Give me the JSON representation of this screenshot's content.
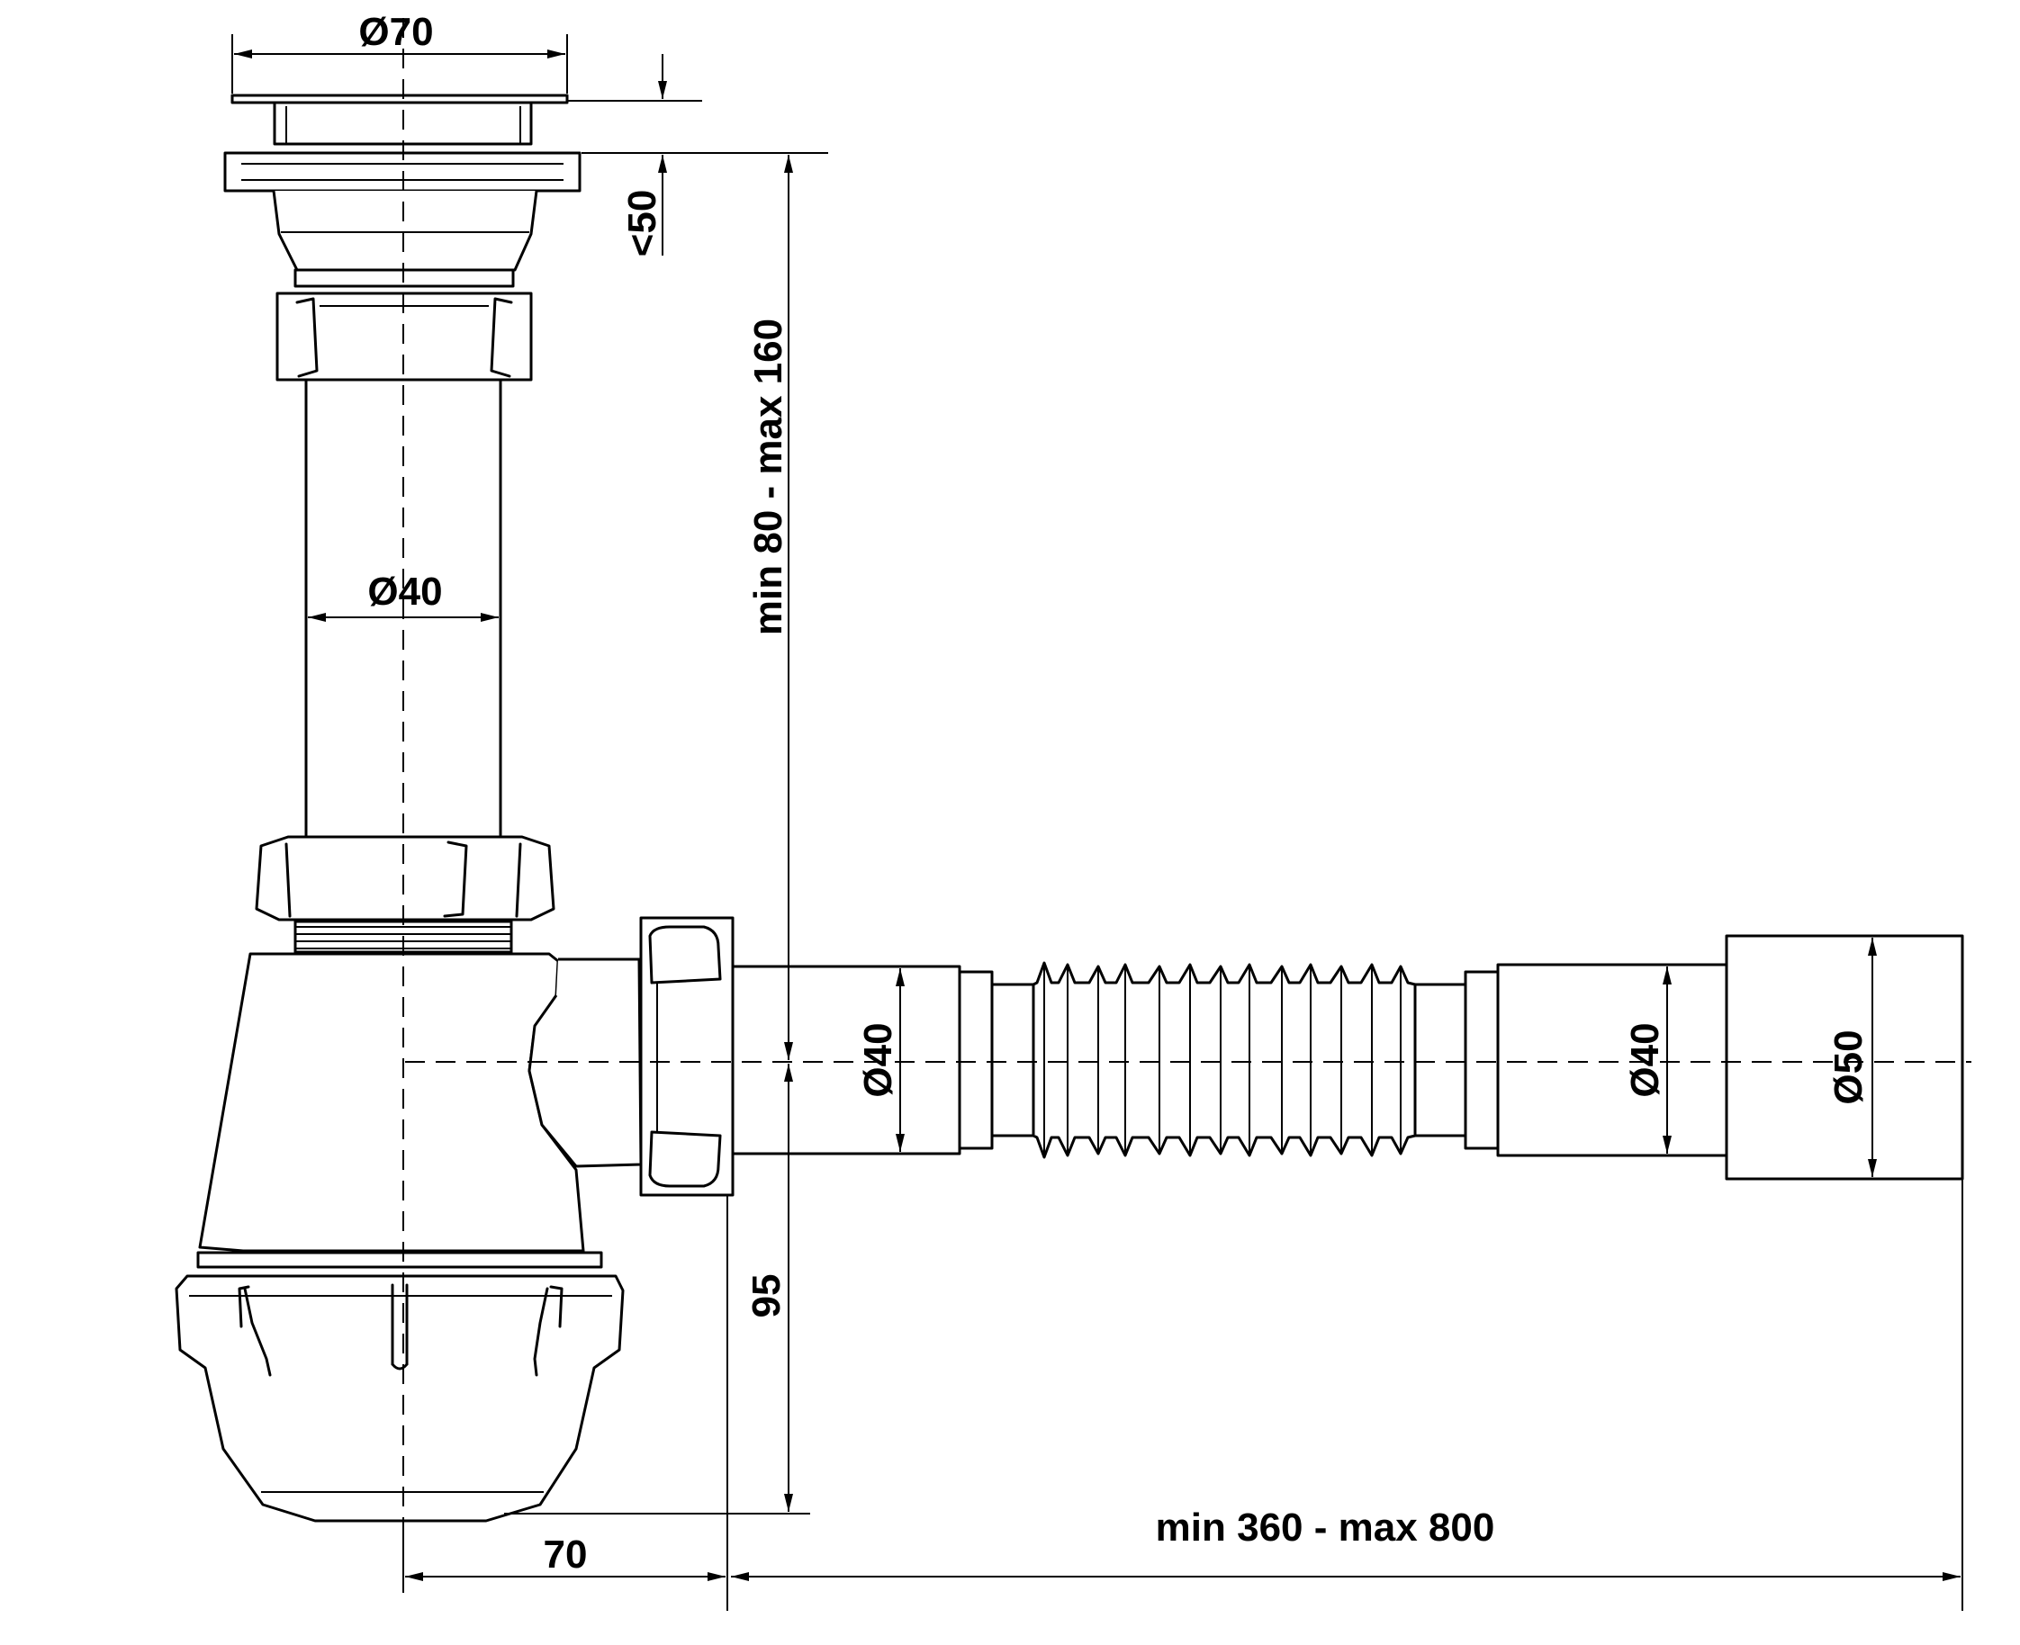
{
  "title": "",
  "dimensions": {
    "top_diameter": "Ø70",
    "flange_height": "<50",
    "pipe_diameter": "Ø40",
    "vertical_range": "min 80 - max 160",
    "outlet_left_diameter": "Ø40",
    "outlet_right_diameter": "Ø40",
    "outlet_end_diameter": "Ø50",
    "trap_height": "95",
    "offset": "70",
    "horizontal_range": "min 360 - max 800"
  }
}
